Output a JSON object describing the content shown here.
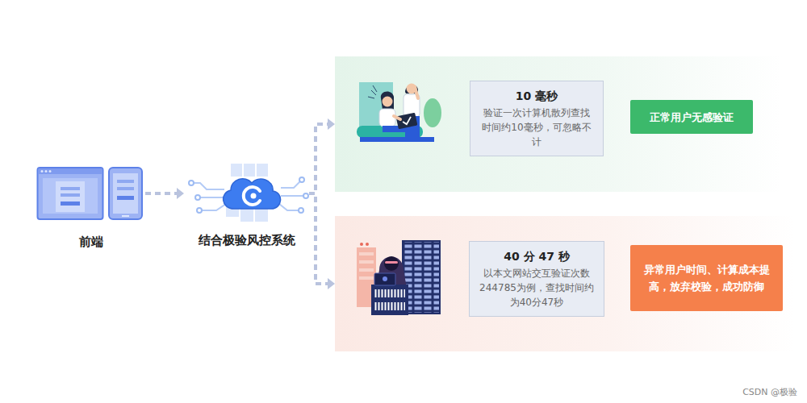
{
  "diagram": {
    "nodes": [
      {
        "text": [
          "前端"
        ]
      },
      {
        "text": [
          "结合极验风控系统"
        ]
      },
      {
        "text": []
      },
      {
        "text": [
          "10 毫秒",
          "验证一次计算机散列查找时间约10毫秒，可忽略不计"
        ],
        "in": 2
      },
      {
        "text": [
          "正常用户无感验证"
        ],
        "in": 2
      },
      {
        "text": []
      },
      {
        "text": [
          "40 分 47 秒",
          "以本文网站交互验证次数244785为例，查找时间约为40分47秒"
        ],
        "in": 5
      },
      {
        "text": [
          "异常用户时间、计算成本提高，放弃校验，成功防御"
        ],
        "in": 5
      }
    ],
    "edges": [
      {
        "from": 0,
        "to": 1,
        "arrow": "to"
      },
      {
        "from": 1,
        "to": 2,
        "arrow": "to"
      },
      {
        "from": 1,
        "to": 5,
        "arrow": "to"
      }
    ],
    "labels": [
      "CSDN @极验"
    ]
  }
}
